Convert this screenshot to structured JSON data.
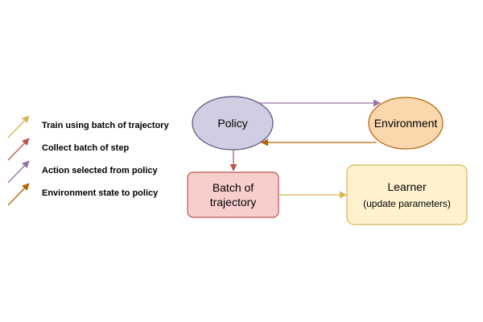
{
  "legend": {
    "items": [
      {
        "label": "Train using batch of trajectory",
        "color": "#d6b656"
      },
      {
        "label": "Collect batch of step",
        "color": "#b85450"
      },
      {
        "label": "Action selected from policy",
        "color": "#9673a6"
      },
      {
        "label": "Environment state to policy",
        "color": "#b46504"
      }
    ]
  },
  "nodes": {
    "policy": {
      "label": "Policy",
      "fill": "#d0cee2",
      "stroke": "#56517e"
    },
    "environment": {
      "label": "Environment",
      "fill": "#fad7ac",
      "stroke": "#b46504"
    },
    "batch": {
      "line1": "Batch of",
      "line2": "trajectory",
      "fill": "#f8cecc",
      "stroke": "#b85450"
    },
    "learner": {
      "line1": "Learner",
      "line2": "(update parameters)",
      "fill": "#fff2cc",
      "stroke": "#d6b656"
    }
  }
}
